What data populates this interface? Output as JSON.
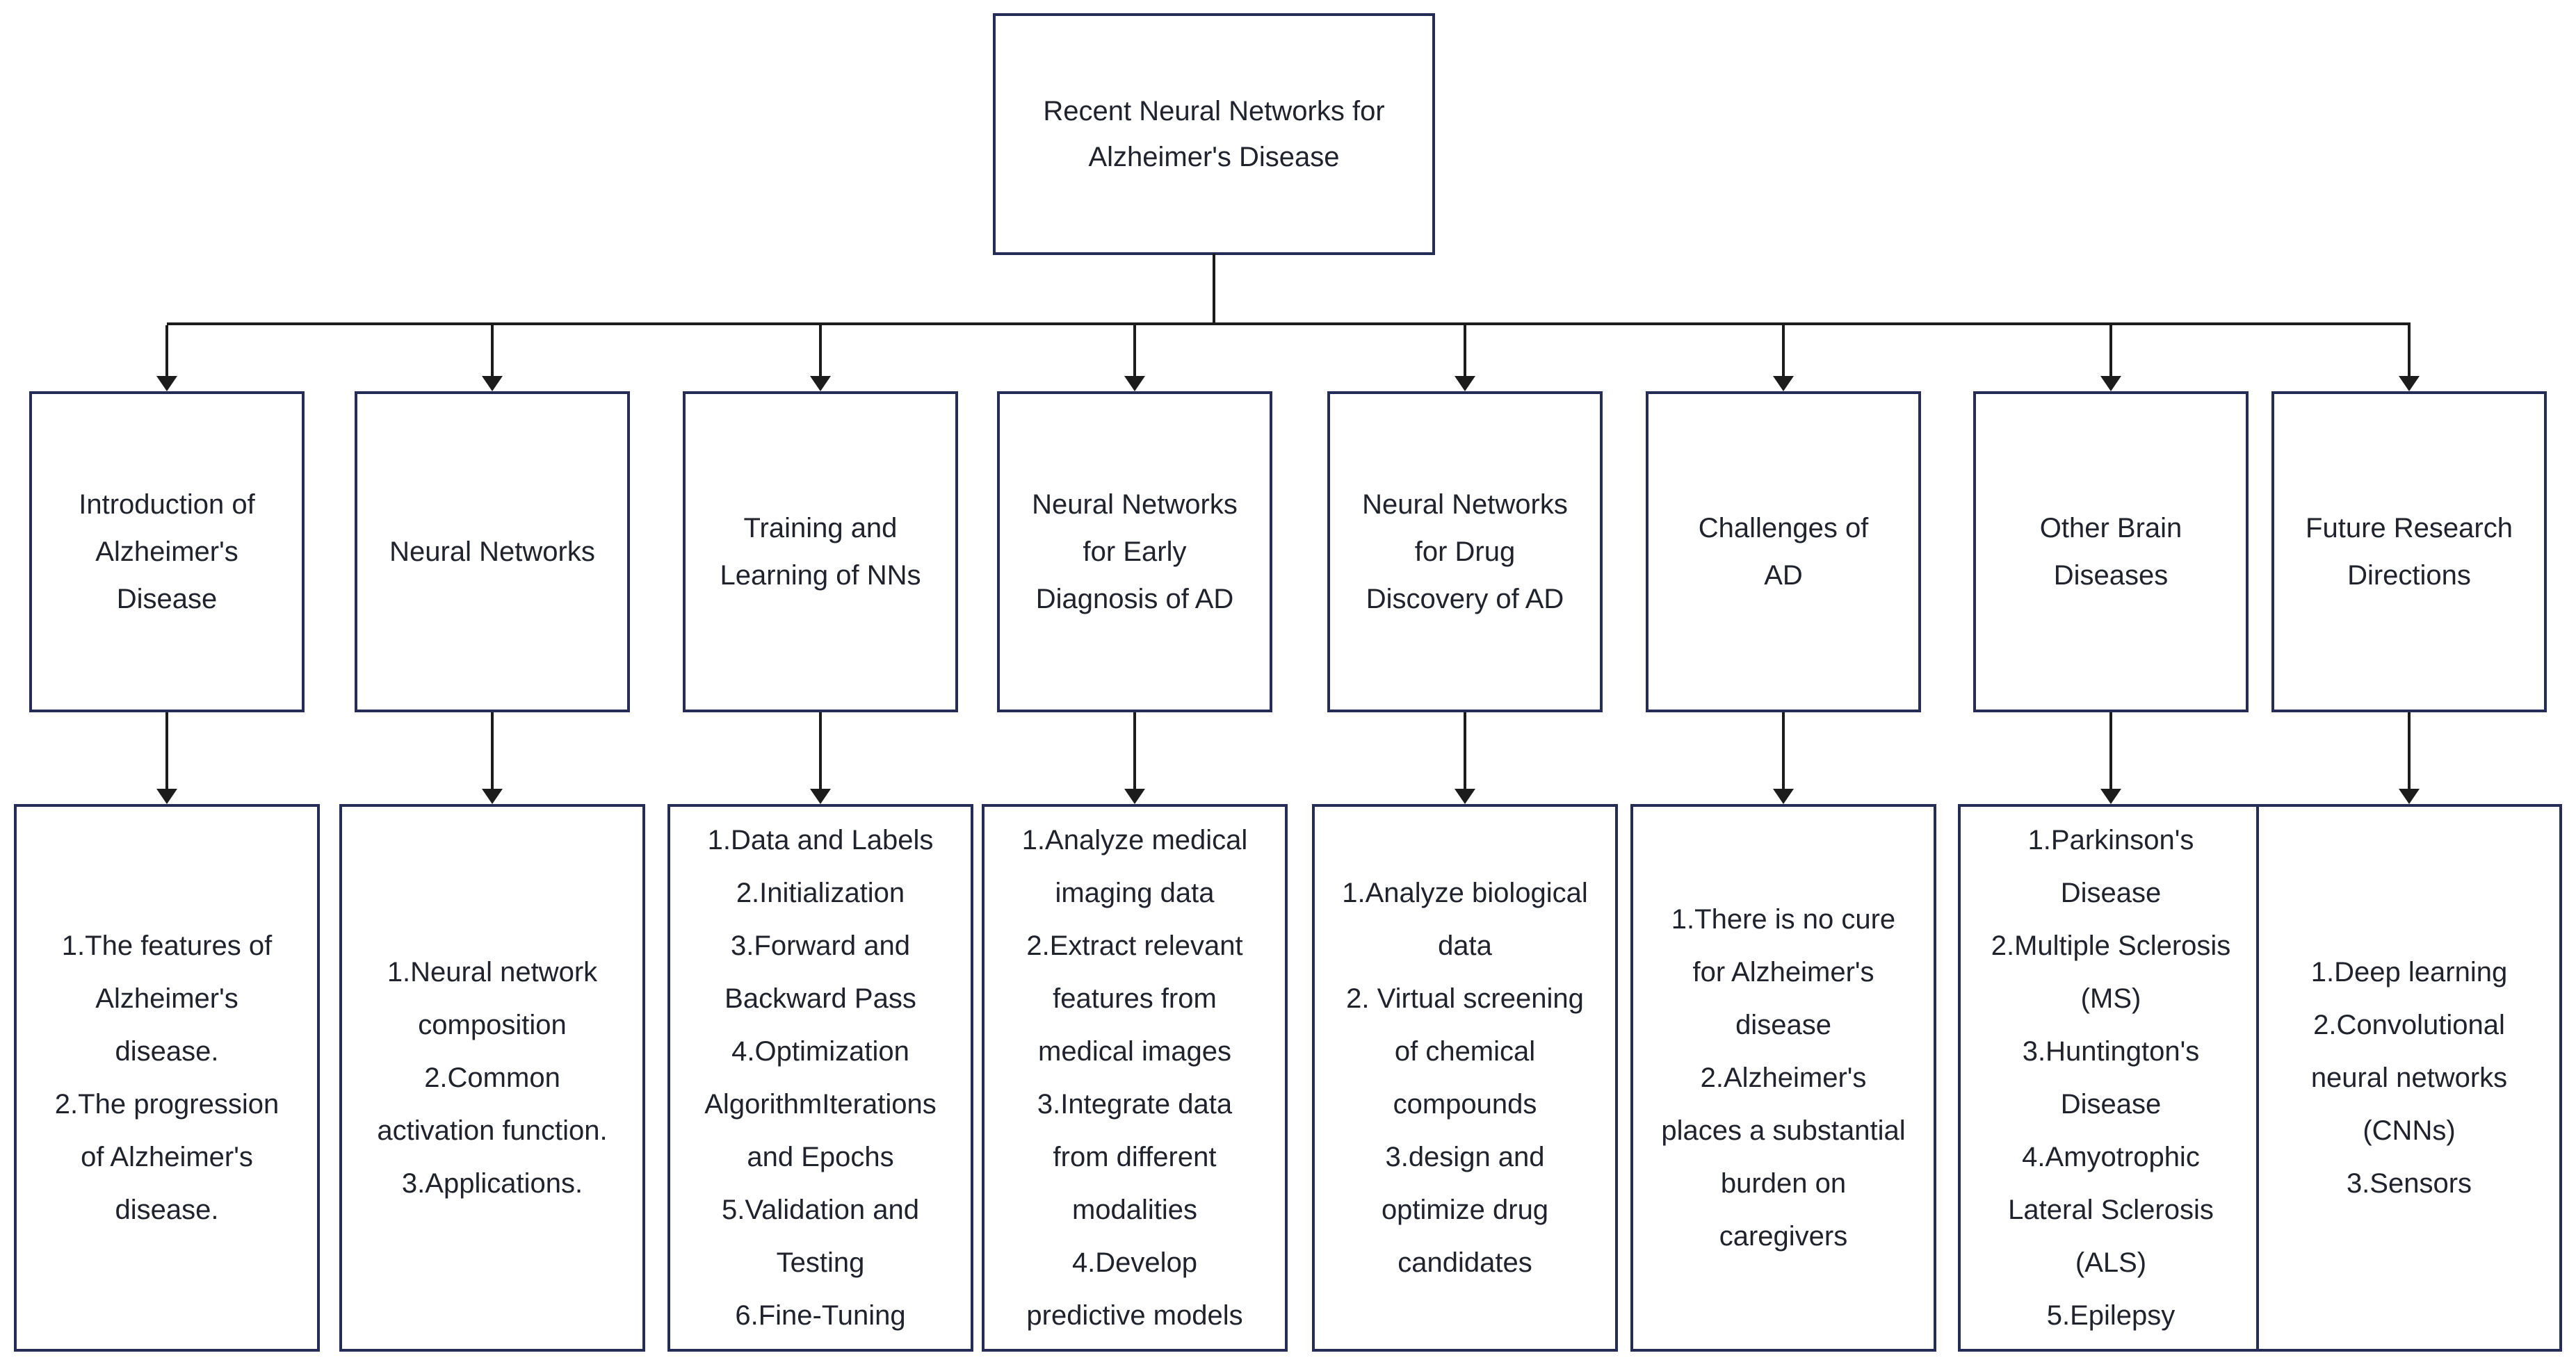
{
  "root": {
    "label": "Recent Neural Networks for Alzheimer's Disease"
  },
  "branches": [
    {
      "title": "Introduction of Alzheimer's Disease",
      "details": "1.The features of Alzheimer's disease.\n2.The progression of Alzheimer's disease."
    },
    {
      "title": "Neural Networks",
      "details": "1.Neural network composition\n2.Common activation function.\n3.Applications."
    },
    {
      "title": "Training and Learning of NNs",
      "details": "1.Data and Labels\n2.Initialization\n3.Forward and Backward Pass\n4.Optimization AlgorithmIterations and Epochs\n5.Validation and Testing\n6.Fine-Tuning"
    },
    {
      "title": "Neural Networks for Early Diagnosis of AD",
      "details": "1.Analyze medical imaging data\n2.Extract relevant features from medical images\n3.Integrate data from different modalities\n4.Develop predictive models"
    },
    {
      "title": "Neural Networks for Drug Discovery of AD",
      "details": "1.Analyze biological data\n2. Virtual screening of chemical compounds\n3.design and optimize drug candidates"
    },
    {
      "title": "Challenges of AD",
      "details": "1.There is no cure for Alzheimer's disease\n2.Alzheimer's places a substantial burden on caregivers"
    },
    {
      "title": "Other Brain Diseases",
      "details": "1.Parkinson's Disease\n2.Multiple Sclerosis (MS)\n3.Huntington's Disease\n4.Amyotrophic Lateral Sclerosis (ALS)\n5.Epilepsy"
    },
    {
      "title": "Future Research Directions",
      "details": "1.Deep learning\n2.Convolutional neural networks (CNNs)\n3.Sensors"
    }
  ],
  "colors": {
    "box_border": "#252c55",
    "connector": "#1c1c1c",
    "text": "#20222c",
    "background": "#ffffff"
  }
}
